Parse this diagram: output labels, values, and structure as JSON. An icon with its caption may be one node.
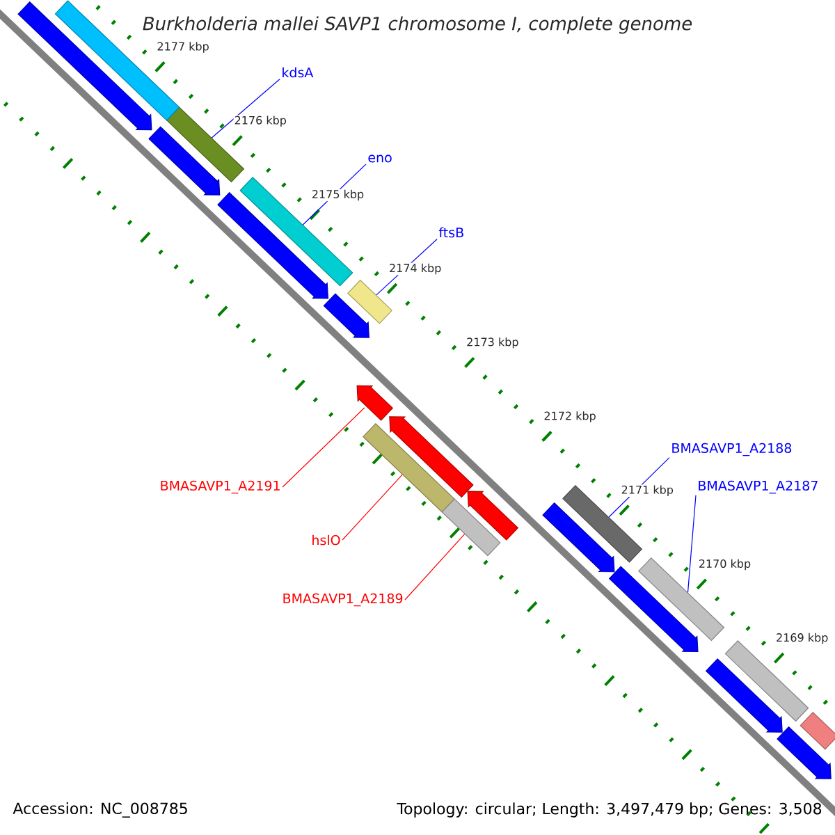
{
  "diagram": {
    "title": "Burkholderia mallei SAVP1 chromosome I, complete genome",
    "nodes": [
      {
        "text": [
          "kdsA"
        ]
      },
      {
        "text": [
          "eno"
        ]
      },
      {
        "text": [
          "ftsB"
        ]
      },
      {
        "text": [
          "BMASAVP1_A2188"
        ]
      },
      {
        "text": [
          "BMASAVP1_A2191"
        ]
      },
      {
        "text": [
          "BMASAVP1_A2187"
        ]
      },
      {
        "text": [
          "hslO"
        ]
      },
      {
        "text": [
          "BMASAVP1_A2189"
        ]
      },
      {
        "text": [],
        "shape": "bar"
      },
      {
        "text": [],
        "shape": "bar"
      },
      {
        "text": [],
        "shape": "bar"
      },
      {
        "text": [],
        "shape": "arrow"
      },
      {
        "text": [],
        "shape": "bar"
      },
      {
        "text": [],
        "shape": "bar"
      },
      {
        "text": [],
        "shape": "bar"
      },
      {
        "text": [],
        "shape": "bar"
      },
      {
        "text": [],
        "shape": "bar"
      },
      {
        "text": [],
        "shape": "arrow"
      },
      {
        "text": [],
        "shape": "arrow"
      },
      {
        "text": [],
        "shape": "arrow"
      },
      {
        "text": [],
        "shape": "arrow"
      },
      {
        "text": [],
        "shape": "arrow"
      },
      {
        "text": [],
        "shape": "arrow"
      },
      {
        "text": [],
        "shape": "arrow"
      },
      {
        "text": [],
        "shape": "arrow"
      },
      {
        "text": [],
        "shape": "bar"
      },
      {
        "text": [],
        "shape": "arrow"
      },
      {
        "text": [],
        "shape": "bar"
      },
      {
        "text": [],
        "shape": "arrow"
      }
    ],
    "edges": [
      {
        "from": 0,
        "to": 8,
        "arrow": "none"
      },
      {
        "from": 1,
        "to": 9,
        "arrow": "none"
      },
      {
        "from": 2,
        "to": 10,
        "arrow": "none"
      },
      {
        "from": 3,
        "to": 13,
        "arrow": "none"
      },
      {
        "from": 4,
        "to": 11,
        "arrow": "none",
        "color": "#ff0000"
      },
      {
        "from": 5,
        "to": 15,
        "arrow": "none"
      },
      {
        "from": 6,
        "to": 12,
        "arrow": "none",
        "color": "#ff0000"
      },
      {
        "from": 7,
        "to": 14,
        "arrow": "none",
        "color": "#ff0000"
      }
    ],
    "labels": [
      "2177 kbp",
      "2176 kbp",
      "2175 kbp",
      "2174 kbp",
      "2173 kbp",
      "2172 kbp",
      "2171 kbp",
      "2170 kbp",
      "2169 kbp",
      "Accession: NC_008785",
      "Topology: circular; Length: 3,497,479 bp; Genes: 3,508"
    ]
  }
}
